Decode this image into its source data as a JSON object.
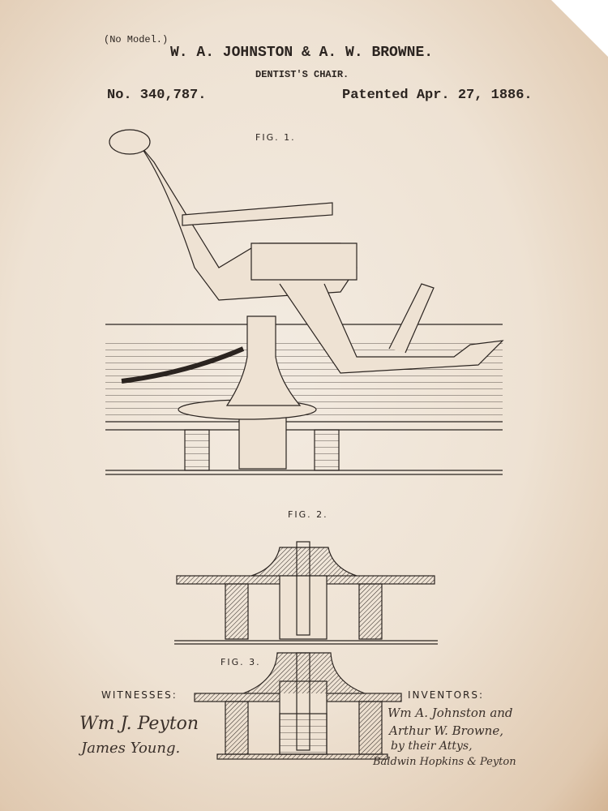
{
  "header": {
    "no_model": "(No Model.)",
    "inventors_title": "W. A. JOHNSTON & A. W. BROWNE.",
    "subject": "DENTIST'S CHAIR.",
    "patent_number": "No. 340,787.",
    "patent_date": "Patented Apr. 27, 1886."
  },
  "figures": {
    "fig1": "FIG. 1.",
    "fig2": "FIG. 2.",
    "fig3": "FIG. 3."
  },
  "witnesses": {
    "label": "WITNESSES:",
    "signatures": [
      "Wm J. Peyton",
      "James Young."
    ]
  },
  "inventors": {
    "label": "INVENTORS:",
    "signatures": [
      "Wm A. Johnston and",
      "Arthur W. Browne,",
      "by their Attys,",
      "Baldwin Hopkins & Peyton"
    ]
  },
  "colors": {
    "paper": "#efe4d6",
    "ink": "#2b2420"
  }
}
